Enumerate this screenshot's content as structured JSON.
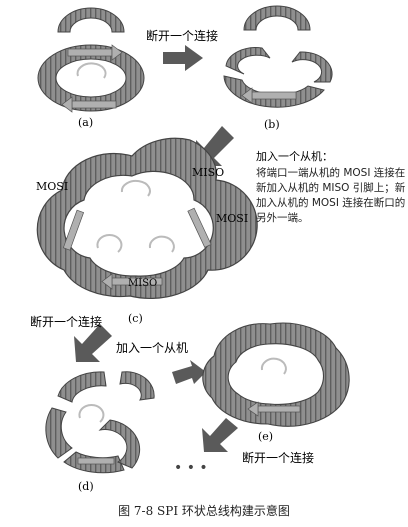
{
  "labels": {
    "break_one": "断开一个连接",
    "add_slave": "加入一个从机",
    "break_two": "断开一个连接",
    "break_three": "断开一个连接",
    "mosi_left": "MOSI",
    "miso_right": "MISO",
    "mosi_right": "MOSI",
    "miso_bottom": "MISO",
    "ellipsis": "• • •"
  },
  "note": {
    "title": "加入一个从机：",
    "body": "将端口一端从机的 MOSI 连接在新加入从机的 MISO 引脚上；新加入从机的 MOSI 连接在断口的另外一端。"
  },
  "panels": {
    "a": "(a)",
    "b": "(b)",
    "c": "(c)",
    "d": "(d)",
    "e": "(e)"
  },
  "caption": "图 7-8   SPI 环状总线构建示意图",
  "colors": {
    "ring_fill": "#8f8f8f",
    "ring_dark": "#4a4a4a",
    "ring_light": "#cfcfcf",
    "arrow_fill": "#5a5a5a",
    "flow_arrow": "#a8a8a8"
  }
}
